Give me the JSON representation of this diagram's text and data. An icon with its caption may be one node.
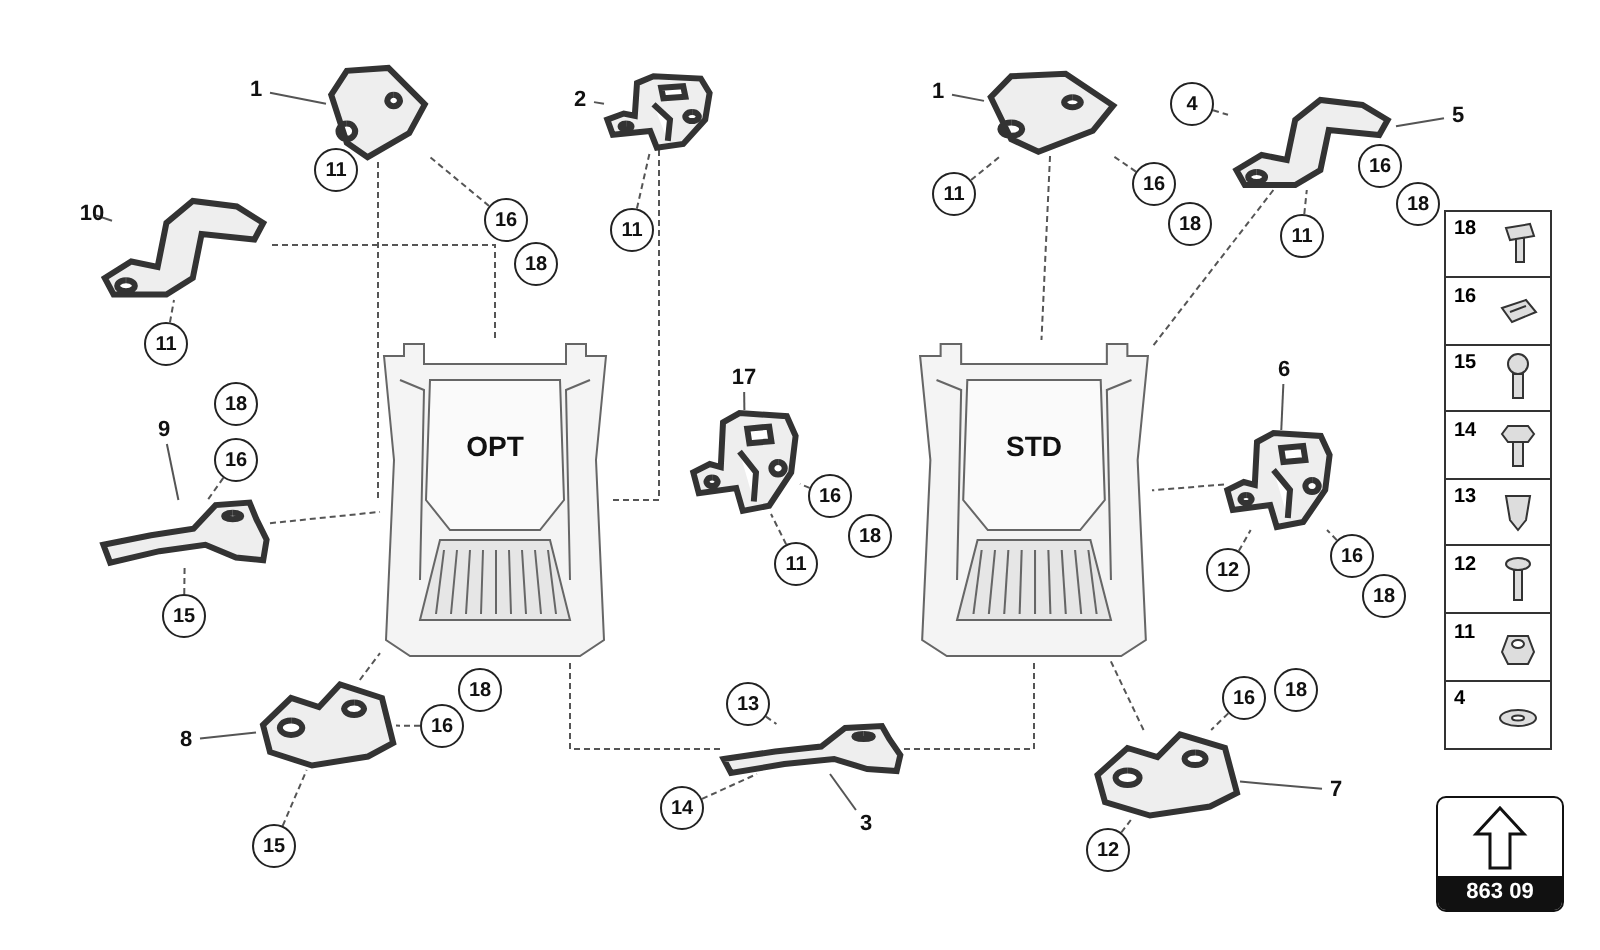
{
  "diagram": {
    "nodes": [
      {
        "text": [
          "1"
        ]
      },
      {
        "text": [],
        "shape": "picture"
      },
      {
        "text": [
          "11"
        ]
      },
      {
        "text": [
          "16"
        ]
      },
      {
        "text": [
          "18"
        ]
      },
      {
        "text": [
          "2"
        ]
      },
      {
        "text": [],
        "shape": "picture"
      },
      {
        "text": [
          "11"
        ]
      },
      {
        "text": [
          "1"
        ]
      },
      {
        "text": [],
        "shape": "picture"
      },
      {
        "text": [
          "11"
        ]
      },
      {
        "text": [
          "16"
        ]
      },
      {
        "text": [
          "18"
        ]
      },
      {
        "text": [
          "4"
        ]
      },
      {
        "text": [
          "5"
        ]
      },
      {
        "text": [],
        "shape": "picture"
      },
      {
        "text": [
          "16"
        ]
      },
      {
        "text": [
          "18"
        ]
      },
      {
        "text": [
          "11"
        ]
      },
      {
        "text": [
          "10"
        ]
      },
      {
        "text": [],
        "shape": "picture"
      },
      {
        "text": [
          "11"
        ]
      },
      {
        "text": [
          "OPT"
        ]
      },
      {
        "text": [
          "STD"
        ]
      },
      {
        "text": [
          "18"
        ]
      },
      {
        "text": [
          "16"
        ]
      },
      {
        "text": [
          "9"
        ]
      },
      {
        "text": [],
        "shape": "picture"
      },
      {
        "text": [
          "15"
        ]
      },
      {
        "text": [
          "17"
        ]
      },
      {
        "text": [],
        "shape": "picture"
      },
      {
        "text": [
          "16"
        ]
      },
      {
        "text": [
          "18"
        ]
      },
      {
        "text": [
          "11"
        ]
      },
      {
        "text": [
          "6"
        ]
      },
      {
        "text": [],
        "shape": "picture"
      },
      {
        "text": [
          "12"
        ]
      },
      {
        "text": [
          "16"
        ]
      },
      {
        "text": [
          "18"
        ]
      },
      {
        "text": [
          "18"
        ]
      },
      {
        "text": [
          "8"
        ]
      },
      {
        "text": [],
        "shape": "picture"
      },
      {
        "text": [
          "16"
        ]
      },
      {
        "text": [
          "15"
        ]
      },
      {
        "text": [
          "13"
        ]
      },
      {
        "text": [],
        "shape": "picture"
      },
      {
        "text": [
          "14"
        ]
      },
      {
        "text": [
          "3"
        ]
      },
      {
        "text": [
          "18"
        ]
      },
      {
        "text": [
          "16"
        ]
      },
      {
        "text": [
          "7"
        ]
      },
      {
        "text": [],
        "shape": "picture"
      },
      {
        "text": [
          "12"
        ]
      }
    ],
    "edges": [
      {
        "from": 0,
        "to": 1,
        "arrow": "none"
      },
      {
        "from": 2,
        "to": 1,
        "arrow": "none",
        "style": "dashed"
      },
      {
        "from": 3,
        "to": 1,
        "arrow": "none",
        "style": "dashed"
      },
      {
        "from": 5,
        "to": 6,
        "arrow": "none"
      },
      {
        "from": 7,
        "to": 6,
        "arrow": "none",
        "style": "dashed"
      },
      {
        "from": 8,
        "to": 9,
        "arrow": "none"
      },
      {
        "from": 10,
        "to": 9,
        "arrow": "none",
        "style": "dashed"
      },
      {
        "from": 11,
        "to": 9,
        "arrow": "none",
        "style": "dashed"
      },
      {
        "from": 13,
        "to": 15,
        "arrow": "none",
        "style": "dashed"
      },
      {
        "from": 14,
        "to": 15,
        "arrow": "none"
      },
      {
        "from": 16,
        "to": 15,
        "arrow": "none",
        "style": "dashed"
      },
      {
        "from": 18,
        "to": 15,
        "arrow": "none",
        "style": "dashed"
      },
      {
        "from": 19,
        "to": 20,
        "arrow": "none"
      },
      {
        "from": 21,
        "to": 20,
        "arrow": "none",
        "style": "dashed"
      },
      {
        "from": 1,
        "to": 22,
        "arrow": "none",
        "style": "dashed"
      },
      {
        "from": 6,
        "to": 22,
        "arrow": "none",
        "style": "dashed"
      },
      {
        "from": 20,
        "to": 22,
        "arrow": "none",
        "style": "dashed"
      },
      {
        "from": 9,
        "to": 23,
        "arrow": "none",
        "style": "dashed"
      },
      {
        "from": 15,
        "to": 23,
        "arrow": "none",
        "style": "dashed"
      },
      {
        "from": 25,
        "to": 27,
        "arrow": "none",
        "style": "dashed"
      },
      {
        "from": 26,
        "to": 27,
        "arrow": "none"
      },
      {
        "from": 28,
        "to": 27,
        "arrow": "none",
        "style": "dashed"
      },
      {
        "from": 27,
        "to": 22,
        "arrow": "none",
        "style": "dashed"
      },
      {
        "from": 29,
        "to": 30,
        "arrow": "none"
      },
      {
        "from": 31,
        "to": 30,
        "arrow": "none",
        "style": "dashed"
      },
      {
        "from": 33,
        "to": 30,
        "arrow": "none",
        "style": "dashed"
      },
      {
        "from": 34,
        "to": 35,
        "arrow": "none"
      },
      {
        "from": 36,
        "to": 35,
        "arrow": "none",
        "style": "dashed"
      },
      {
        "from": 37,
        "to": 35,
        "arrow": "none",
        "style": "dashed"
      },
      {
        "from": 35,
        "to": 23,
        "arrow": "none",
        "style": "dashed"
      },
      {
        "from": 40,
        "to": 41,
        "arrow": "none"
      },
      {
        "from": 42,
        "to": 41,
        "arrow": "none",
        "style": "dashed"
      },
      {
        "from": 43,
        "to": 41,
        "arrow": "none",
        "style": "dashed"
      },
      {
        "from": 41,
        "to": 22,
        "arrow": "none",
        "style": "dashed"
      },
      {
        "from": 44,
        "to": 45,
        "arrow": "none",
        "style": "dashed"
      },
      {
        "from": 46,
        "to": 45,
        "arrow": "none",
        "style": "dashed"
      },
      {
        "from": 47,
        "to": 45,
        "arrow": "none"
      },
      {
        "from": 45,
        "to": 22,
        "arrow": "none",
        "style": "dashed"
      },
      {
        "from": 45,
        "to": 23,
        "arrow": "none",
        "style": "dashed"
      },
      {
        "from": 49,
        "to": 51,
        "arrow": "none",
        "style": "dashed"
      },
      {
        "from": 50,
        "to": 51,
        "arrow": "none"
      },
      {
        "from": 52,
        "to": 51,
        "arrow": "none",
        "style": "dashed"
      },
      {
        "from": 51,
        "to": 23,
        "arrow": "none",
        "style": "dashed"
      }
    ],
    "labels": [
      "18",
      "16",
      "15",
      "14",
      "13",
      "12",
      "11",
      "4",
      "863 09"
    ]
  }
}
